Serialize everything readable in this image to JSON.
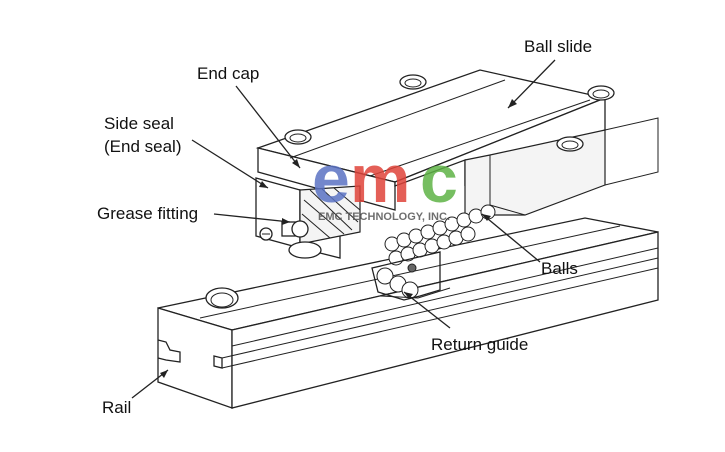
{
  "labels": {
    "ball_slide": "Ball slide",
    "end_cap": "End cap",
    "side_seal_line1": "Side seal",
    "side_seal_line2": "(End seal)",
    "grease_fitting": "Grease fitting",
    "balls": "Balls",
    "return_guide": "Return guide",
    "rail": "Rail"
  },
  "watermark": {
    "logo_text": "emc",
    "subtitle": "EMC TECHNOLOGY, INC.",
    "colors": {
      "e": "#5b73c4",
      "m": "#e0443a",
      "c": "#5fb346"
    }
  }
}
